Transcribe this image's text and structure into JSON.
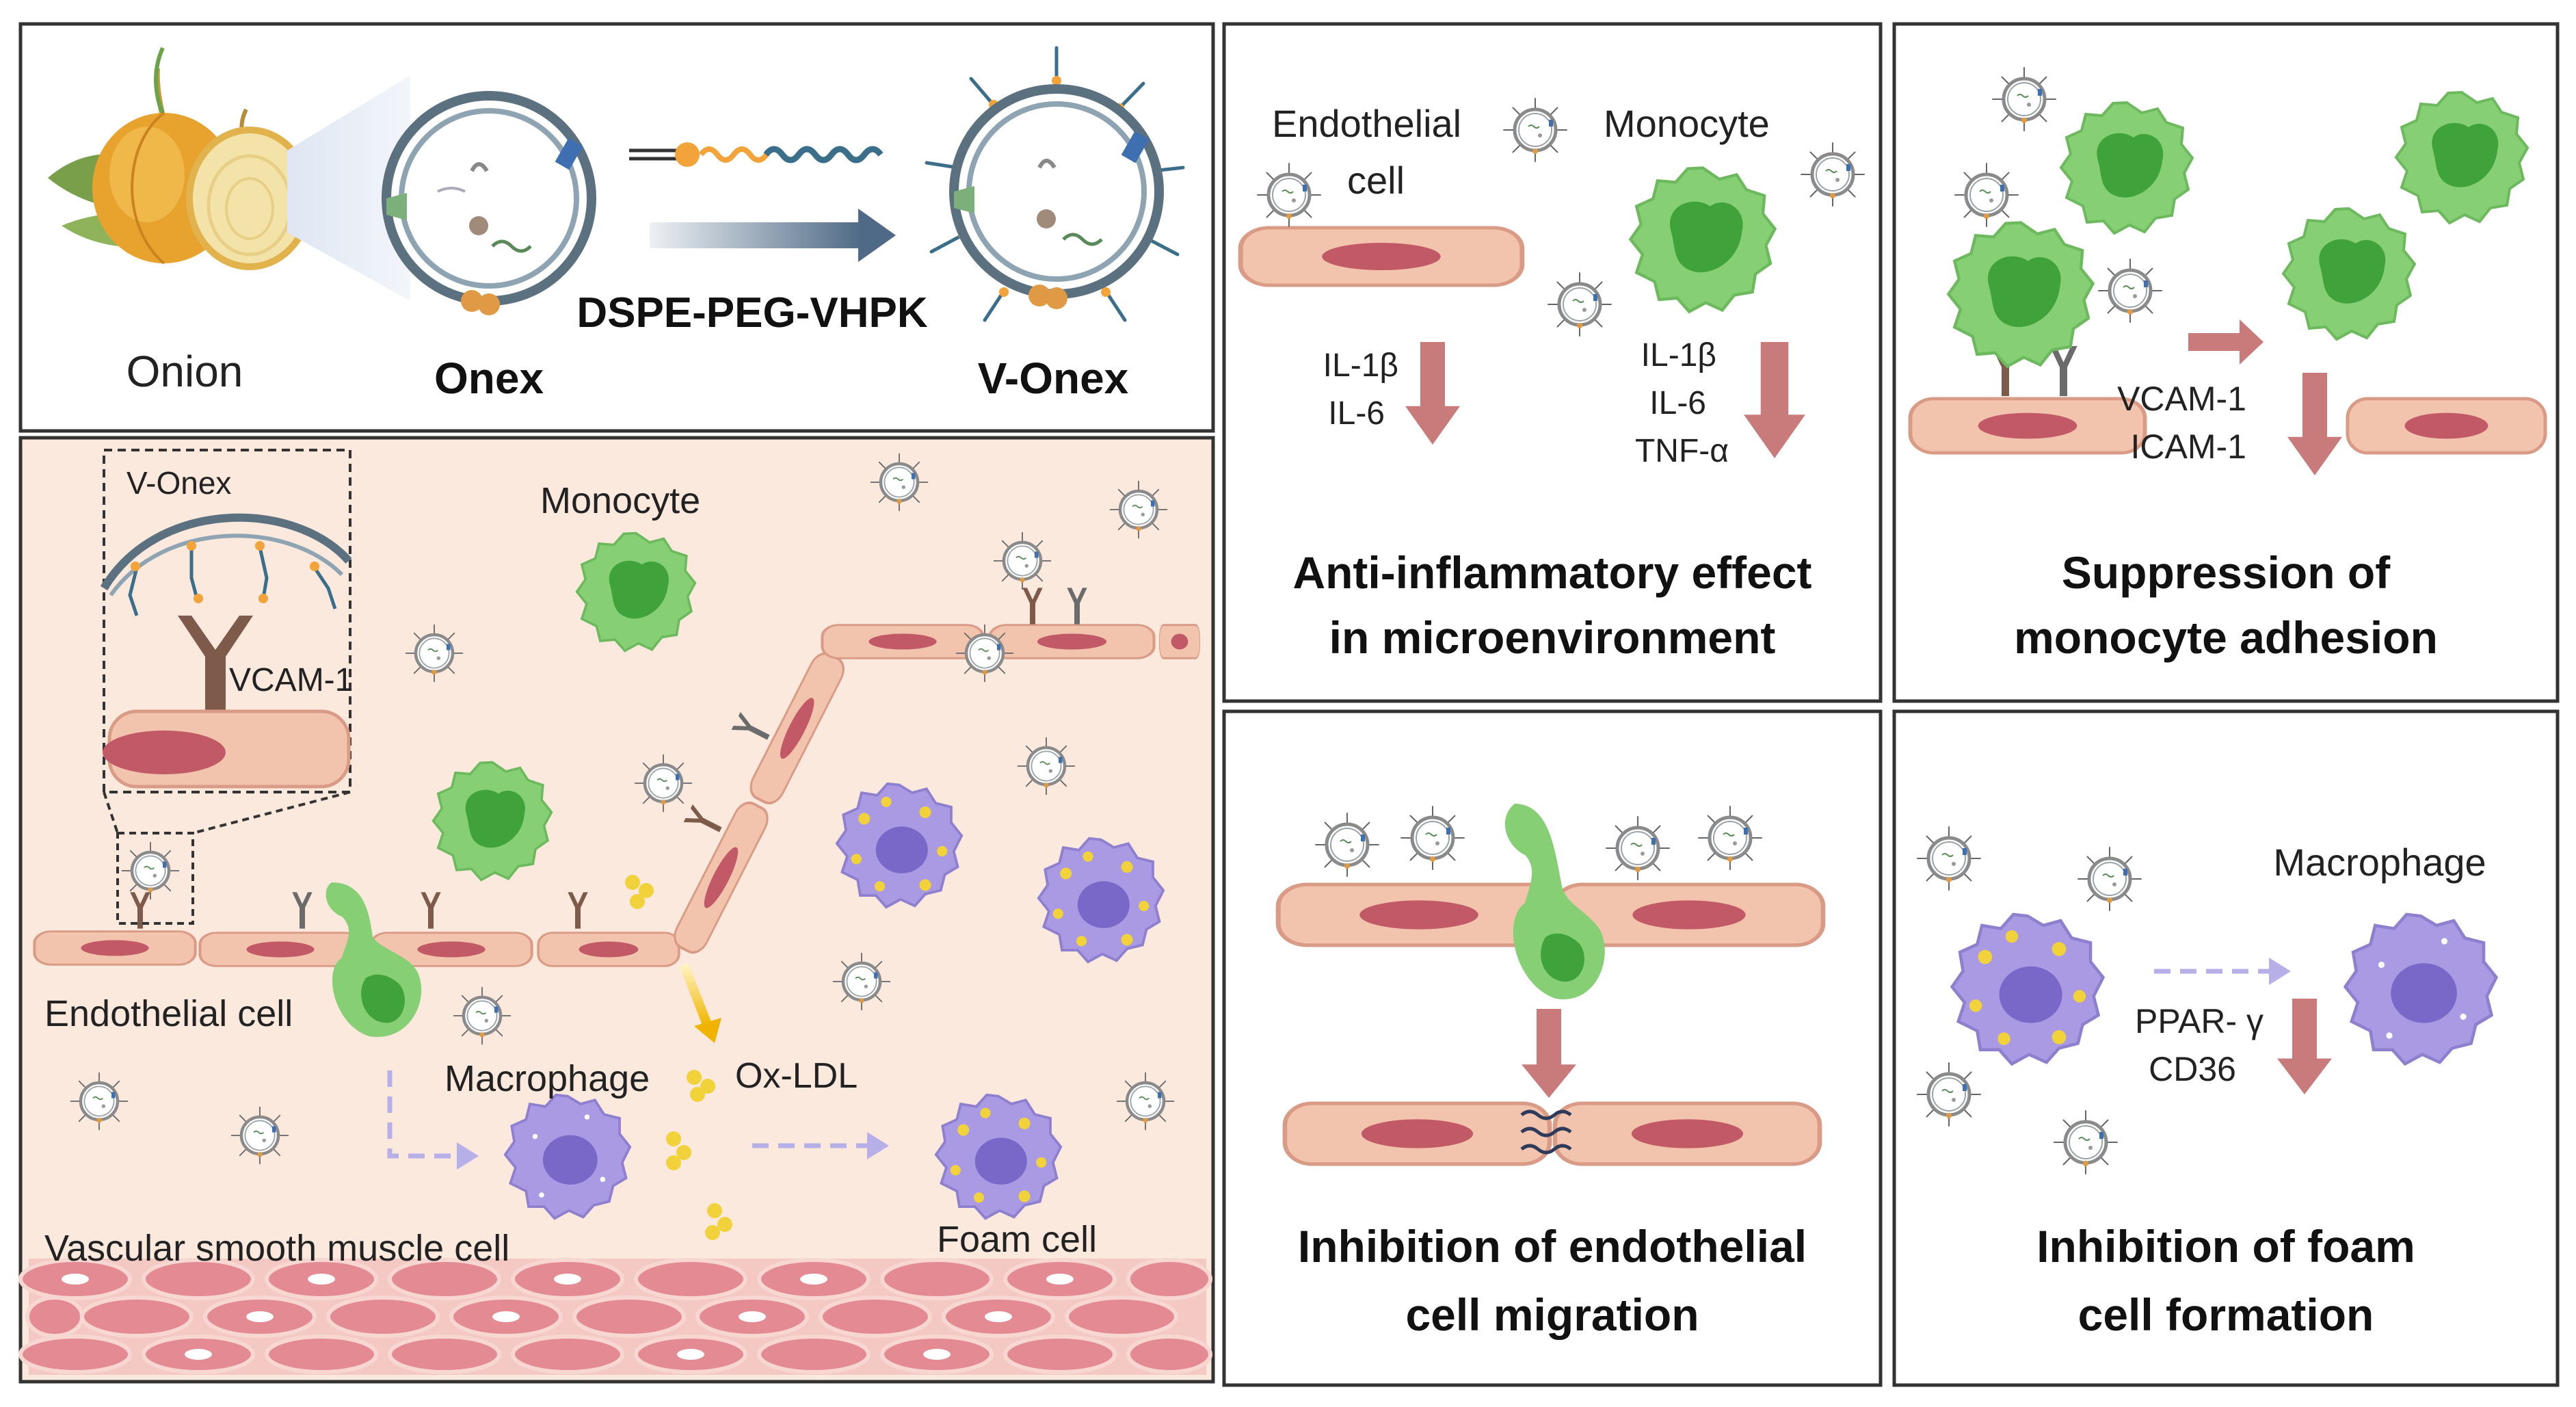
{
  "panel_top": {
    "onion_label": "Onion",
    "onex_label": "Onex",
    "linker_label": "DSPE-PEG-VHPK",
    "vonex_label": "V-Onex"
  },
  "panel_main": {
    "inset_vonex": "V-Onex",
    "inset_vcam": "VCAM-1",
    "monocyte": "Monocyte",
    "endothelial": "Endothelial  cell",
    "macrophage": "Macrophage",
    "oxldl": "Ox-LDL",
    "vsmc": "Vascular smooth muscle cell",
    "foam": "Foam cell"
  },
  "panel_anti": {
    "endo_line1": "Endothelial",
    "endo_line2": "cell",
    "monocyte": "Monocyte",
    "left_markers": [
      "IL-1β",
      "IL-6"
    ],
    "right_markers": [
      "IL-1β",
      "IL-6",
      "TNF-α"
    ],
    "title_line1": "Anti-inflammatory effect",
    "title_line2": "in microenvironment"
  },
  "panel_adhesion": {
    "markers": [
      "VCAM-1",
      "ICAM-1"
    ],
    "title_line1": "Suppression of",
    "title_line2": "monocyte adhesion"
  },
  "panel_migration": {
    "title_line1": "Inhibition of endothelial",
    "title_line2": "cell migration"
  },
  "panel_foam": {
    "macrophage": "Macrophage",
    "markers": [
      "PPAR- γ",
      "CD36"
    ],
    "title_line1": "Inhibition of foam",
    "title_line2": "cell formation"
  },
  "colors": {
    "arrow": "#c97b7b",
    "monocyte": "#7cc96b",
    "monocyte_nucleus": "#3fa23a",
    "endothelial": "#f3c4ad",
    "endothelial_nucleus": "#c15a66",
    "macrophage": "#a99ae3",
    "receptor": "#7d5a4a",
    "lipid": "#f2d23a",
    "vsmc": "#e48a92",
    "background_panel": "#fbe9de",
    "border": "#333333"
  }
}
